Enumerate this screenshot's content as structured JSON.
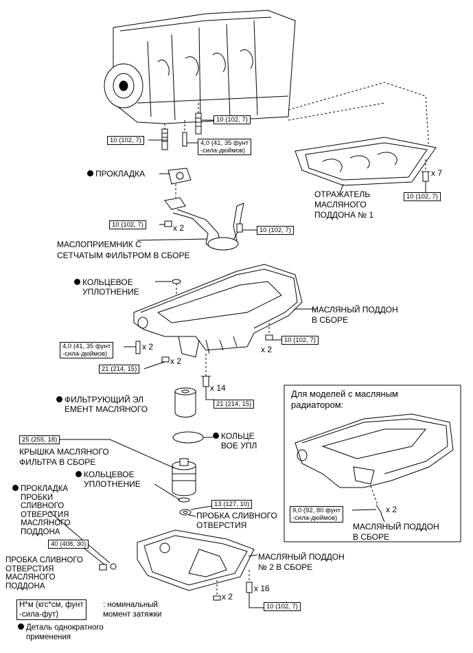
{
  "labels": {
    "gasket": "ПРОКЛАДКА",
    "baffle": "ОТРАЖАТЕЛЬ\nМАСЛЯНОГО\nПОДДОНА № 1",
    "strainer": "МАСЛОПРИЕМНИК С\nСЕТЧАТЫМ ФИЛЬТРОМ В СБОРЕ",
    "oring1": "КОЛЬЦЕВОЕ\nУПЛОТНЕНИЕ",
    "oil_pan": "МАСЛЯНЫЙ ПОДДОН\nВ СБОРЕ",
    "filter_element": "ФИЛЬТРУЮЩИЙ ЭЛ\nЕМЕНТ МАСЛЯНОГО",
    "oring_ring": "КОЛЬЦЕ\nВОЕ УПЛ",
    "filter_cap": "КРЫШКА МАСЛЯНОГО\nФИЛЬТРА В СБОРЕ",
    "oring2": "КОЛЬЦЕВОЕ\nУПЛОТНЕНИЕ",
    "plug_gasket": "ПРОКЛАДКА\nПРОБКИ\nСЛИВНОГО\nОТВЕРСТИЯ\nМАСЛЯНОГО\nПОДДОНА",
    "drain_plug_center": "ПРОБКА СЛИВНОГО\nОТВЕРСТИЯ",
    "drain_plug_left": "ПРОБКА СЛИВНОГО\nОТВЕРСТИЯ\nМАСЛЯНОГО\nПОДДОНА",
    "oil_pan2": "МАСЛЯНЫЙ ПОДДОН\n№ 2 В СБОРЕ",
    "cooler_title": "Для моделей с масляным\nрадиатором:",
    "cooler_pan": "МАСЛЯНЫЙ ПОДДОН\nВ СБОРЕ"
  },
  "torques": {
    "t1": "10 (102, 7)",
    "t2": "10 (102, 7)",
    "t3": "4,0 (41, 35 фунт\n-сила-дюймов)",
    "t4": "10 (102, 7)",
    "t5": "10 (102, 7)",
    "t6": "10 (102, 7)",
    "t7": "4,0 (41, 35 фунт\n-сила-дюймов)",
    "t8": "10 (102, 7)",
    "t9": "21 (214, 15)",
    "t10": "21 (214, 15)",
    "t11": "25 (255, 18)",
    "t12": "13 (127, 10)",
    "t13": "40 (408, 30)",
    "t14": "9,0 (92, 80 фунт\n-сила-дюймов)",
    "t15": "10 (102, 7)"
  },
  "multipliers": {
    "m1": "x 7",
    "m2": "x 2",
    "m3": "x 2",
    "m4": "x 2",
    "m5": "x 2",
    "m6": "x 14",
    "m7": "x 2",
    "m8": "x 2",
    "m9": "x 16"
  },
  "legend": {
    "unit_box": "Н*м (кгс*см, фунт\n-сила-фут)",
    "unit_desc": ": номинальный\nмомент затяжки",
    "single_use": "Деталь однократного\nприменения"
  }
}
